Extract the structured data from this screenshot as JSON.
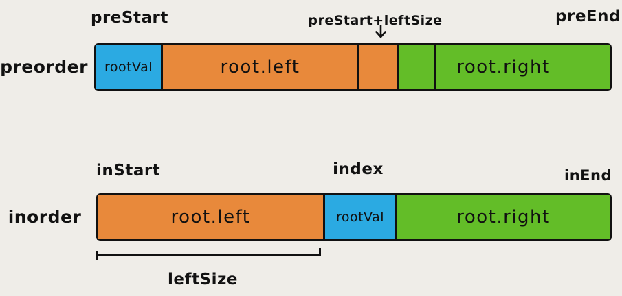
{
  "colors": {
    "background": "#EFEDE8",
    "ink": "#111111",
    "blue": "#2BAAE2",
    "orange": "#E8893B",
    "green": "#63BD28"
  },
  "preorder": {
    "row_label": "preorder",
    "start_label": "preStart",
    "split_label": "preStart+leftSize",
    "end_label": "preEnd",
    "segments": [
      {
        "name": "rootVal-cell",
        "label": "rootVal",
        "color": "#2BAAE2"
      },
      {
        "name": "left-subtree",
        "label": "root.left",
        "color": "#E8893B"
      },
      {
        "name": "last-left-cell",
        "label": "",
        "color": "#E8893B"
      },
      {
        "name": "first-right-cell",
        "label": "",
        "color": "#63BD28"
      },
      {
        "name": "right-subtree",
        "label": "root.right",
        "color": "#63BD28"
      }
    ]
  },
  "inorder": {
    "row_label": "inorder",
    "start_label": "inStart",
    "split_label": "index",
    "end_label": "inEnd",
    "segments": [
      {
        "name": "left-subtree",
        "label": "root.left",
        "color": "#E8893B"
      },
      {
        "name": "rootVal-cell",
        "label": "rootVal",
        "color": "#2BAAE2"
      },
      {
        "name": "right-subtree",
        "label": "root.right",
        "color": "#63BD28"
      }
    ],
    "measure_label": "leftSize"
  }
}
